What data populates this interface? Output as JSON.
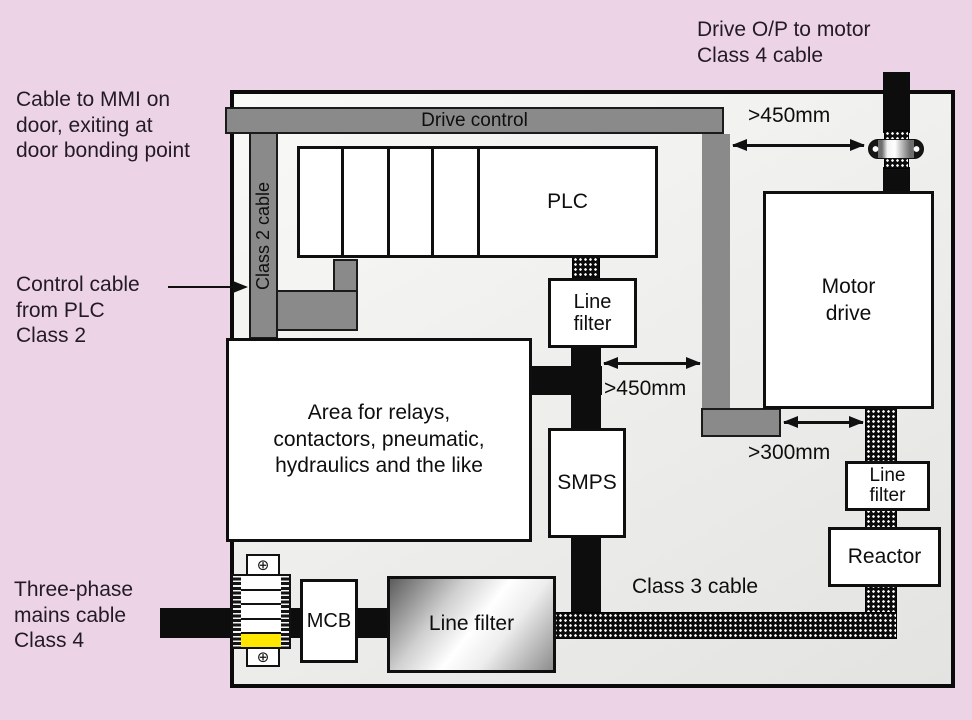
{
  "labels": {
    "mmi_cable": "Cable to MMI on\ndoor, exiting at\ndoor bonding point",
    "control_cable": "Control cable\nfrom PLC\nClass 2",
    "mains_cable": "Three-phase\nmains cable\nClass 4",
    "drive_output": "Drive O/P to motor\nClass 4 cable",
    "class3_cable": "Class 3 cable"
  },
  "dimensions": {
    "top_clearance": ">450mm",
    "mid_clearance": ">450mm",
    "drive_clearance": ">300mm"
  },
  "components": {
    "drive_control": "Drive control",
    "class2_cable": "Class 2 cable",
    "plc": "PLC",
    "line_filter_top": "Line\nfilter",
    "motor_drive": "Motor\ndrive",
    "area": "Area for relays,\ncontactors, pneumatic,\nhydraulics and the like",
    "smps": "SMPS",
    "mcb": "MCB",
    "line_filter_bottom": "Line filter",
    "line_filter_right": "Line\nfilter",
    "reactor": "Reactor"
  },
  "icons": {
    "screw_symbol": "⊕"
  },
  "colors": {
    "background": "#ecd4e6",
    "duct_gray": "#8a8a8a",
    "cable_black": "#0d0d0d",
    "terminal_yellow": "#ffe600",
    "enclosure_fill": "#efefed"
  }
}
